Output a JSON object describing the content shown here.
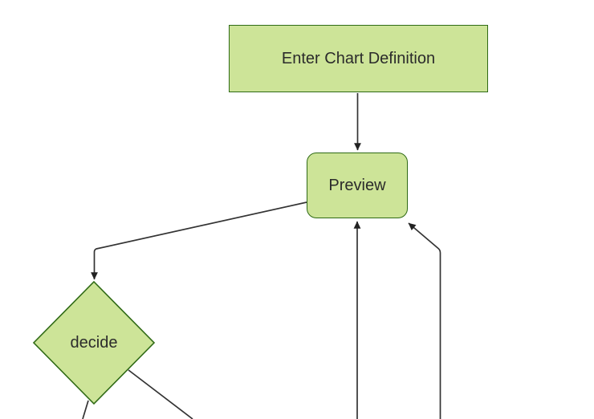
{
  "diagram": {
    "kind": "flowchart",
    "colors": {
      "node_fill": "#cde498",
      "node_border": "#2f6a15",
      "edge_color": "#333333",
      "arrowhead_color": "#222222",
      "label_color": "#2b2b2b",
      "canvas_bg": "#ffffff"
    },
    "nodes": {
      "enter": {
        "label": "Enter Chart Definition",
        "shape": "rectangle"
      },
      "preview": {
        "label": "Preview",
        "shape": "rounded-rectangle"
      },
      "decide": {
        "label": "decide",
        "shape": "diamond"
      }
    },
    "edges": [
      {
        "from": "enter",
        "to": "preview",
        "arrowhead": true
      },
      {
        "from": "preview",
        "to": "decide",
        "arrowhead": true
      },
      {
        "from": "offscreen-bottom-center",
        "to": "preview",
        "arrowhead": true
      },
      {
        "from": "offscreen-bottom-right",
        "to": "preview",
        "arrowhead": true
      },
      {
        "from": "decide",
        "to": "offscreen-bottom-left",
        "arrowhead": false
      },
      {
        "from": "decide",
        "to": "offscreen-bottom-right",
        "arrowhead": false
      }
    ]
  }
}
